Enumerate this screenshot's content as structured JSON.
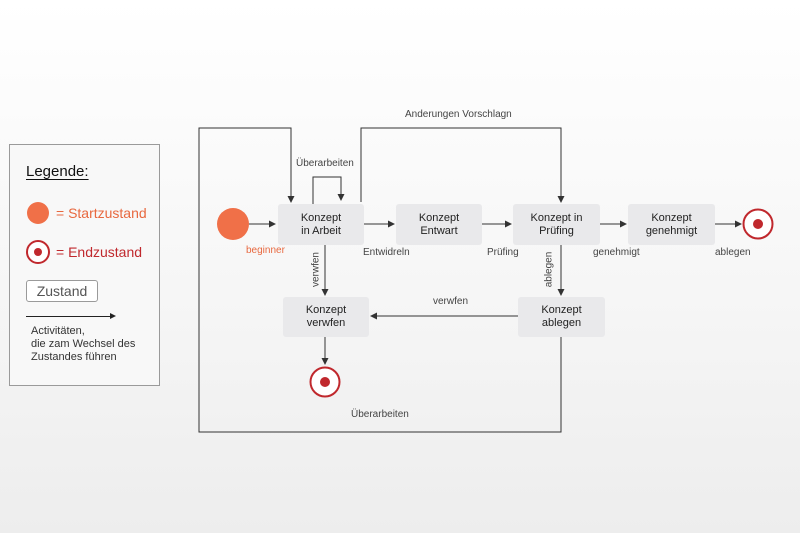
{
  "legend": {
    "title": "Legende:",
    "start": "= Startzustand",
    "end": "= Endzustand",
    "state": "Zustand",
    "activity_line1": "Activitäten,",
    "activity_line2": "die zam Wechsel des",
    "activity_line3": "Zustandes führen"
  },
  "states": {
    "in_arbeit": [
      "Konzept",
      "in Arbeit"
    ],
    "entwart": [
      "Konzept",
      "Entwart"
    ],
    "pruefing": [
      "Konzept in",
      "Prüfing"
    ],
    "genehmigt": [
      "Konzept",
      "genehmigt"
    ],
    "verwfen": [
      "Konzept",
      "verwfen"
    ],
    "ablegen": [
      "Konzept",
      "ablegen"
    ]
  },
  "labels": {
    "beginner": "beginner",
    "ueberarbeiten_top": "Überarbeiten",
    "aenderungen": "Anderungen Vorschlagn",
    "entwidreln": "Entwidreln",
    "pruefing": "Prüfing",
    "genehmigt": "genehmigt",
    "ablegen_end": "ablegen",
    "verwfen_down": "verwfen",
    "ablegen_down": "ablegen",
    "verwfen_left": "verwfen",
    "ueberarbeiten_bottom": "Überarbeiten"
  },
  "colors": {
    "start": "#f07048",
    "end": "#c0282d",
    "state_fill": "#e9e9eb",
    "edge": "#333333"
  }
}
